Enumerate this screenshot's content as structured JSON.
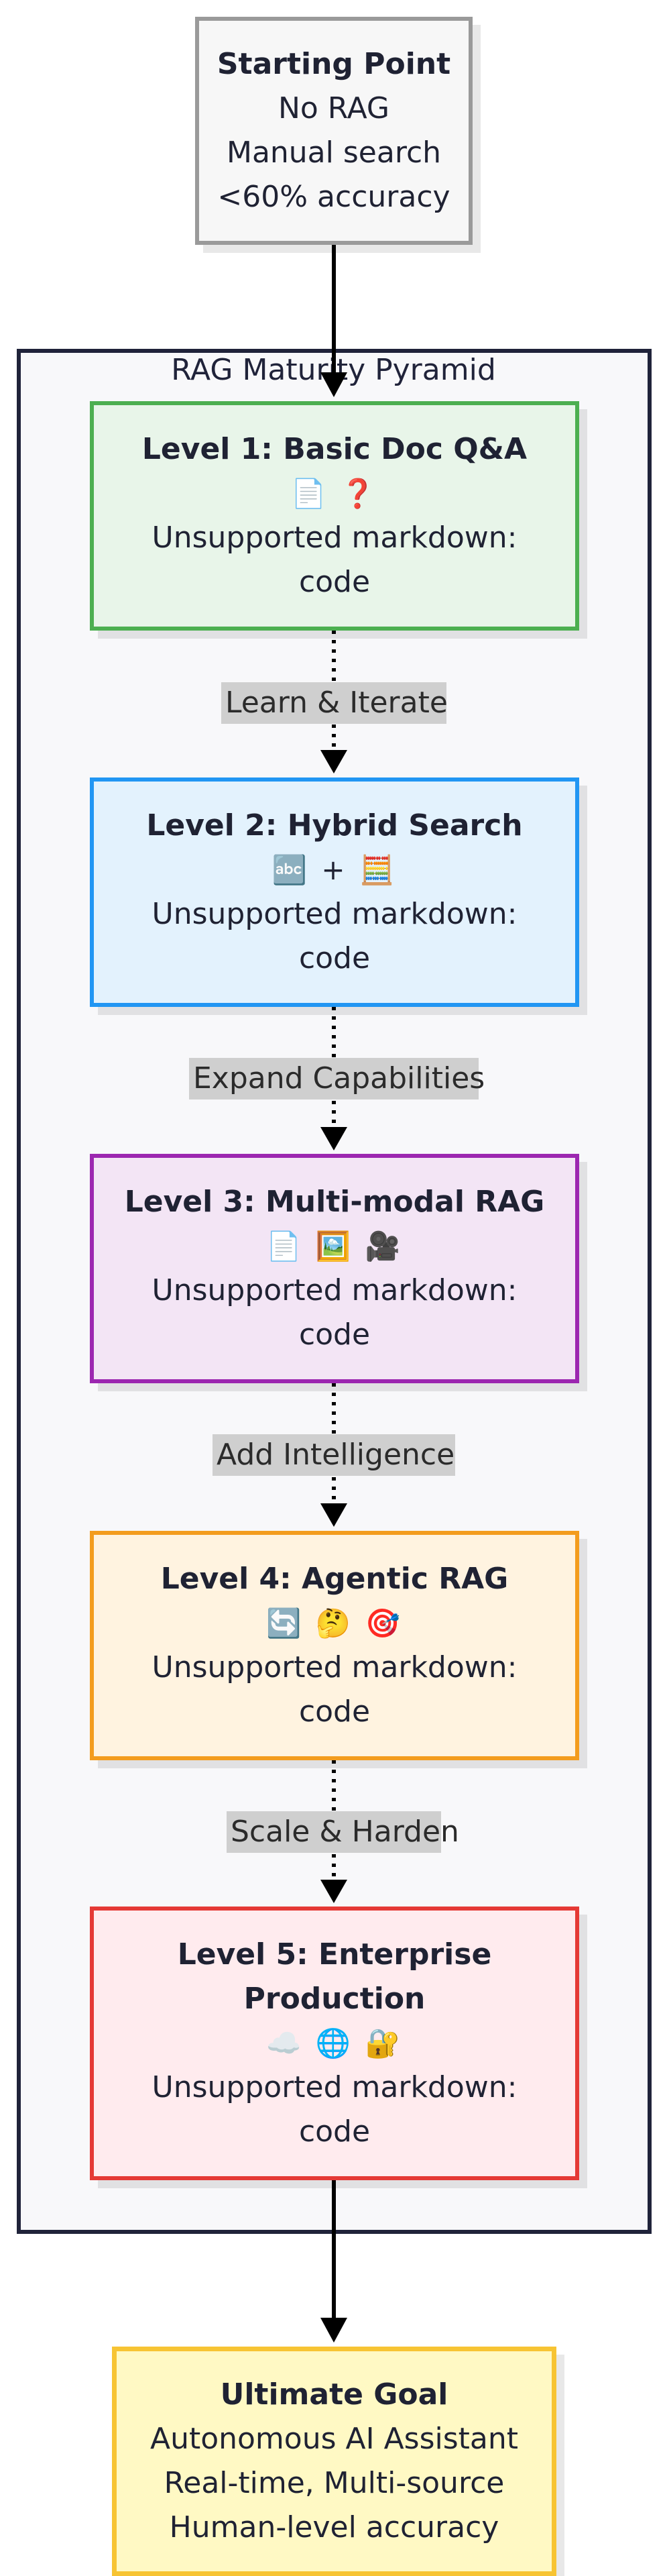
{
  "start": {
    "title": "Starting Point",
    "lines": [
      "No RAG",
      "Manual search",
      "<60% accuracy"
    ]
  },
  "pyramid": {
    "title": "RAG Maturity Pyramid"
  },
  "levels": [
    {
      "title": "Level 1: Basic Doc Q&A",
      "icons": "📄 ❓",
      "note_line1": "Unsupported markdown:",
      "note_line2": "code"
    },
    {
      "title": "Level 2: Hybrid Search",
      "icons": "🔤 + 🧮",
      "note_line1": "Unsupported markdown:",
      "note_line2": "code"
    },
    {
      "title": "Level 3: Multi-modal RAG",
      "icons": "📄 🖼️ 🎥",
      "note_line1": "Unsupported markdown:",
      "note_line2": "code"
    },
    {
      "title": "Level 4: Agentic RAG",
      "icons": "🔄 🤔 🎯",
      "note_line1": "Unsupported markdown:",
      "note_line2": "code"
    },
    {
      "title_line1": "Level 5: Enterprise",
      "title_line2": "Production",
      "icons": "☁️ 🌐 🔐",
      "note_line1": "Unsupported markdown:",
      "note_line2": "code"
    }
  ],
  "edge_labels": [
    "Learn & Iterate",
    "Expand Capabilities",
    "Add Intelligence",
    "Scale & Harden"
  ],
  "goal": {
    "title": "Ultimate Goal",
    "lines": [
      "Autonomous AI Assistant",
      "Real-time, Multi-source",
      "Human-level accuracy"
    ]
  },
  "colors": {
    "level1_fill": "#e8f5e9",
    "level1_border": "#4caf50",
    "level2_fill": "#e3f2fd",
    "level2_border": "#2196f3",
    "level3_fill": "#f3e5f5",
    "level3_border": "#9c27b0",
    "level4_fill": "#fff3e0",
    "level4_border": "#f39c1e",
    "level5_fill": "#ffebee",
    "level5_border": "#e53935",
    "goal_fill": "#fff9c4",
    "goal_border": "#f7c433",
    "start_fill": "#f7f7f7",
    "start_border": "#9a9a9a",
    "pyramid_border": "#20233a"
  }
}
